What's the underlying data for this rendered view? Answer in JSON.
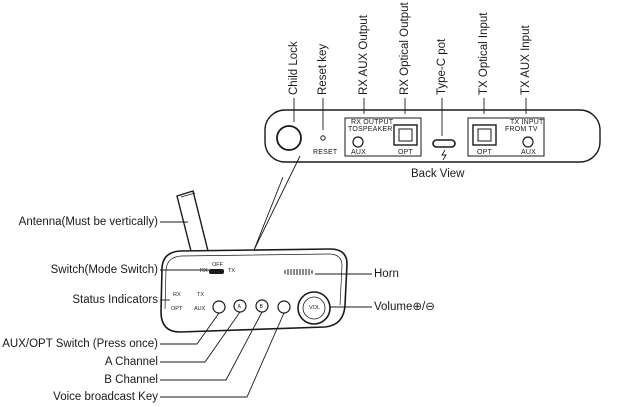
{
  "back_panel": {
    "top_labels": [
      "Child Lock",
      "Reset key",
      "RX AUX Output",
      "RX Optical Output",
      "Type-C pot",
      "TX Optical Input",
      "TX AUX Input"
    ],
    "reset_text": "RESET",
    "rx_output_text": "RX OUTPUT",
    "tospeaker_text": "TOSPEAKER",
    "aux_text": "AUX",
    "opt_text": "OPT",
    "tx_input_text": "TX INPUT",
    "from_tv_text": "FROM TV",
    "caption": "Back View"
  },
  "device": {
    "switch_off": "OFF",
    "switch_rx": "RX",
    "switch_tx": "TX",
    "rx": "RX",
    "tx": "TX",
    "opt": "OPT",
    "aux": "AUX",
    "vol": "VOL"
  },
  "callouts": {
    "antenna": "Antenna(Must be vertically)",
    "switch": "Switch(Mode Switch)",
    "status": "Status Indicators",
    "auxopt": "AUX/OPT Switch (Press once)",
    "a_channel": "A Channel",
    "b_channel": "B Channel",
    "voice": "Voice broadcast Key",
    "horn": "Horn",
    "volume": "Volume⊕/⊖"
  }
}
